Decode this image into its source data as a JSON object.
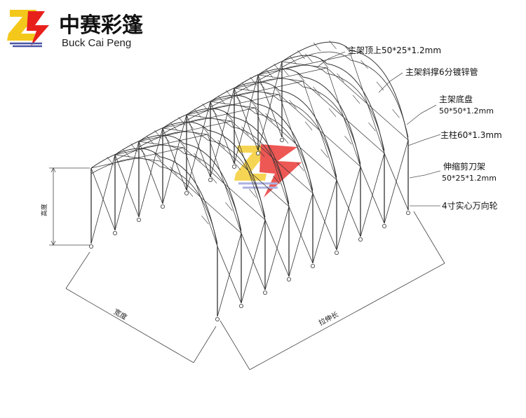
{
  "brand": {
    "name_cn": "中赛彩篷",
    "name_en": "Buck Cai Peng",
    "colors": {
      "red": "#e8201c",
      "yellow": "#f3c81b",
      "blue": "#4a57a6"
    }
  },
  "callouts": [
    {
      "line1": "主架顶上50*25*1.2mm",
      "line2": ""
    },
    {
      "line1": "主架斜撑6分镀锌管",
      "line2": ""
    },
    {
      "line1": "主架底盘",
      "line2": "50*50*1.2mm"
    },
    {
      "line1": "主柱60*1.3mm",
      "line2": ""
    },
    {
      "line1": "伸缩剪刀架",
      "line2": "50*25*1.2mm"
    },
    {
      "line1": "4寸实心万向轮",
      "line2": ""
    }
  ],
  "dimensions": {
    "height": "高度",
    "width": "宽度",
    "length": "拉伸长"
  },
  "frame_count": 9
}
